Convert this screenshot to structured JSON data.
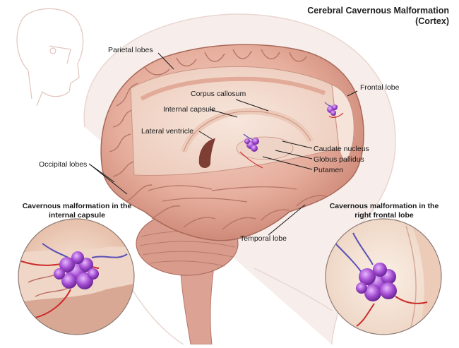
{
  "title": {
    "line1": "Cerebral Cavernous Malformation",
    "line2": "(Cortex)"
  },
  "labels": {
    "parietal_lobes": "Parietal lobes",
    "corpus_callosum": "Corpus callosum",
    "frontal_lobe": "Frontal lobe",
    "internal_capsule": "Internal capsule",
    "lateral_ventricle": "Lateral ventricle",
    "caudate_nucleus": "Caudate  nucleus",
    "globus_pallidus": "Globus pallidus",
    "putamen": "Putamen",
    "occipital_lobes": "Occipital lobes",
    "temporal_lobe": "Temporal lobe"
  },
  "insets": {
    "left": {
      "line1": "Cavernous malformation in the",
      "line2": "internal capsule"
    },
    "right": {
      "line1": "Cavernous malformation in the",
      "line2": "right frontal lobe"
    }
  },
  "colors": {
    "brain_pink": "#e8b3a3",
    "cut_surface": "#f2dcd0",
    "malformation": "#9b3fc4",
    "artery": "#cc2b2b",
    "vein": "#5a4fb5"
  }
}
